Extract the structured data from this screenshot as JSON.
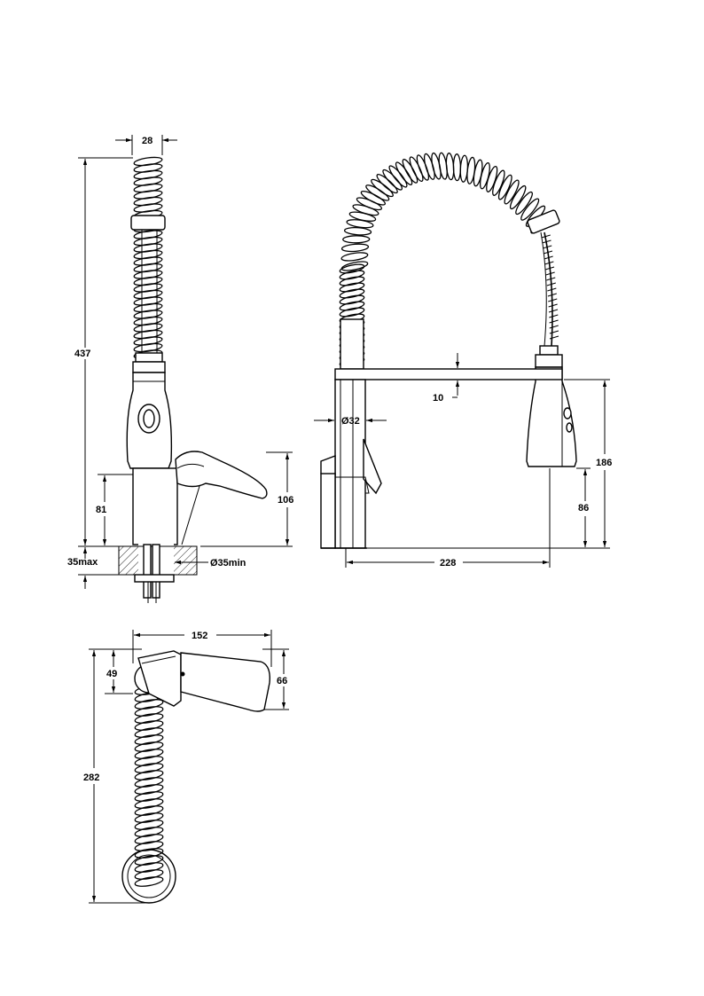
{
  "dimensions": {
    "side_width": "28",
    "side_height": "437",
    "side_base_height": "81",
    "side_handle_height": "106",
    "side_deck_thickness": "35max",
    "side_hole": "Ø35min",
    "front_offset": "10",
    "front_diameter": "Ø32",
    "front_height": "186",
    "front_spout_clearance": "86",
    "front_reach": "228",
    "top_length": "152",
    "top_body": "49",
    "top_handle": "66",
    "top_depth": "282"
  }
}
